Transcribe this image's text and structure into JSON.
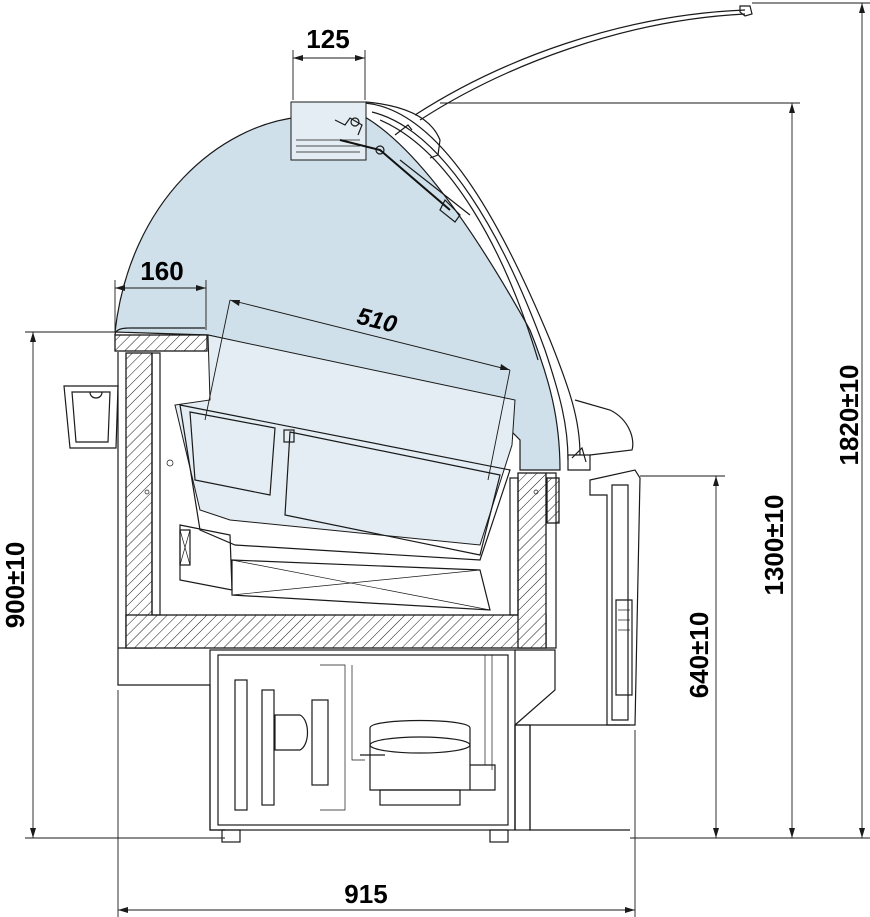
{
  "dimensions": {
    "top_width": "125",
    "shelf_depth": "160",
    "tray_length": "510",
    "total_height": "1820±10",
    "glass_height": "1300±10",
    "worktop_height": "900±10",
    "base_height": "640±10",
    "total_depth": "915"
  },
  "colors": {
    "glass": "#cfe0ea",
    "lines": "#1a1a1a"
  }
}
